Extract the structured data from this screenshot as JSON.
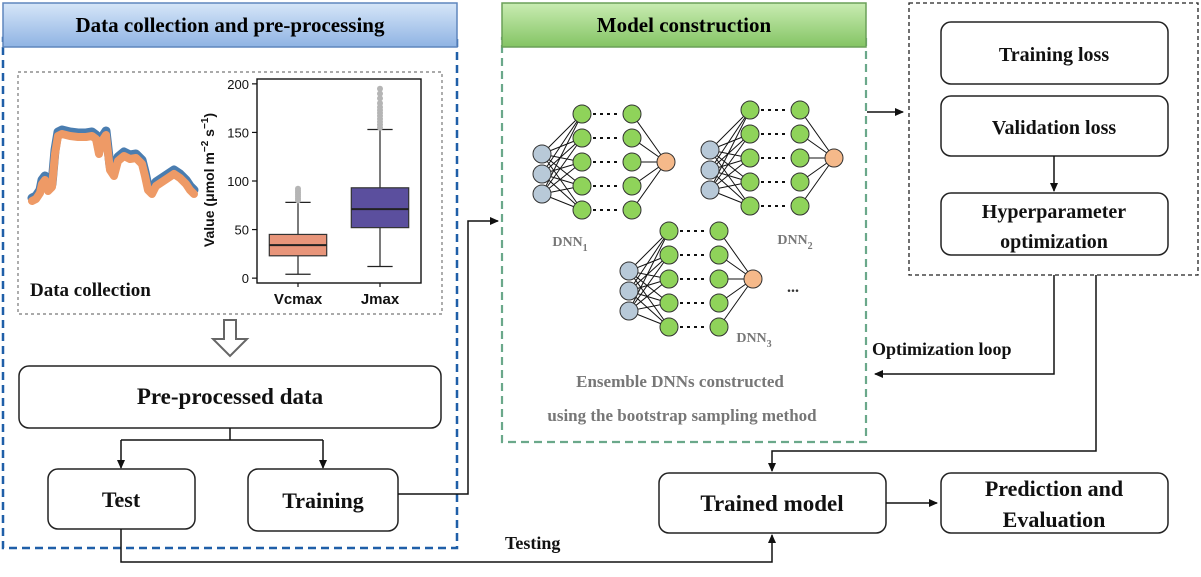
{
  "sections": {
    "data_collection": {
      "header": "Data collection and pre-processing",
      "inset_caption": "Data collection",
      "preprocessed": "Pre-processed data",
      "test": "Test",
      "training": "Training"
    },
    "model_construction": {
      "header": "Model construction",
      "dnn_prefix": "DNN",
      "dnn_subscripts": [
        "1",
        "2",
        "3"
      ],
      "ellipsis": "...",
      "caption_line1": "Ensemble DNNs constructed",
      "caption_line2": "using the bootstrap sampling method"
    },
    "tuning": {
      "training_loss": "Training loss",
      "validation_loss": "Validation loss",
      "hyper_line1": "Hyperparameter",
      "hyper_line2": "optimization"
    },
    "outputs": {
      "trained_model": "Trained model",
      "prediction_line1": "Prediction and",
      "prediction_line2": "Evaluation"
    },
    "labels": {
      "optimization_loop": "Optimization loop",
      "testing": "Testing"
    }
  },
  "chart_data": {
    "type": "box",
    "ylabel_parts": [
      "Value (",
      "μ",
      "mol m",
      "−2",
      " s",
      "−1",
      ")"
    ],
    "categories": [
      "Vcmax",
      "Jmax"
    ],
    "yticks": [
      0,
      50,
      100,
      150,
      200
    ],
    "ylim": [
      -5,
      205
    ],
    "boxes": [
      {
        "name": "Vcmax",
        "whisker_low": 4,
        "q1": 23,
        "median": 34,
        "q3": 45,
        "whisker_high": 78,
        "outliers": [
          80,
          82,
          84,
          86,
          88,
          90,
          92
        ],
        "color": "#e8957a"
      },
      {
        "name": "Jmax",
        "whisker_low": 12,
        "q1": 52,
        "median": 71,
        "q3": 93,
        "whisker_high": 153,
        "outliers": [
          155,
          158,
          161,
          164,
          167,
          170,
          173,
          176,
          180,
          185,
          190,
          195
        ],
        "color": "#5b4f9e"
      }
    ]
  },
  "colors": {
    "dashed_blue": "#1f5fa8",
    "dashed_green": "#6aa88a",
    "header_blue": "#a9c6ec",
    "header_green": "#9ad07a",
    "node_input": "#b8c9d8",
    "node_hidden": "#8fd35a",
    "node_output": "#f5b98a",
    "caption_gray": "#777777"
  }
}
